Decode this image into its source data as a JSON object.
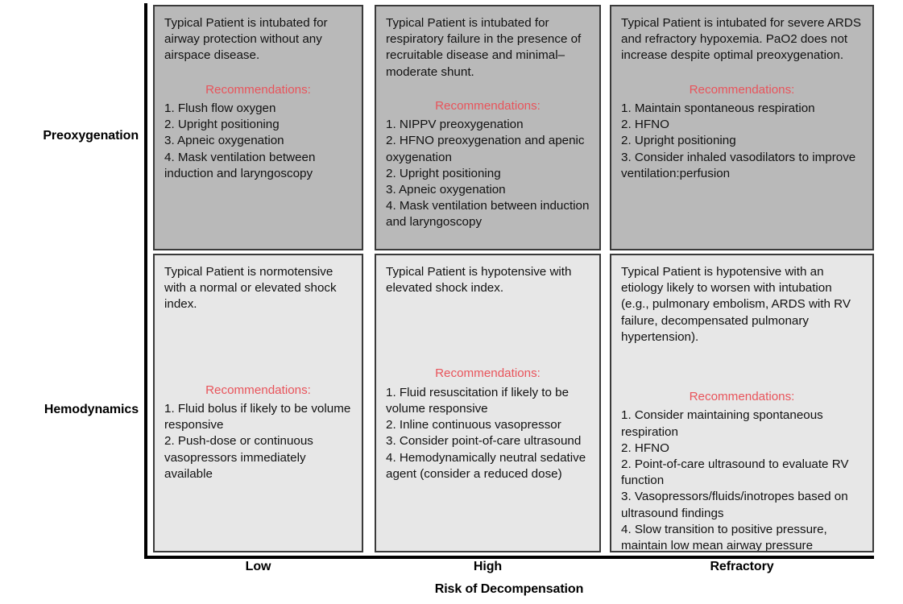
{
  "figure": {
    "axis_title": "Risk of Decompensation",
    "row_labels": [
      "Preoxygenation",
      "Hemodynamics"
    ],
    "column_labels": [
      "Low",
      "High",
      "Refractory"
    ],
    "recommendations_heading": "Recommendations:",
    "colors": {
      "shaded_cell": "#b9b9b9",
      "unshaded_cell": "#e7e7e7",
      "cell_border": "#3a3a3a",
      "recommendations_red": "#e8545b",
      "axis_black": "#000000",
      "page_background": "#ffffff"
    }
  },
  "cells": [
    {
      "row": "Preoxygenation",
      "column": "Low",
      "shaded": true,
      "vignette": "Typical Patient is intubated for airway protection without any airspace disease.",
      "heading": "Recommendations:",
      "recommendations": "1. Flush flow oxygen\n2. Upright positioning\n3. Apneic oxygenation\n4. Mask ventilation between induction and laryngoscopy"
    },
    {
      "row": "Preoxygenation",
      "column": "High",
      "shaded": true,
      "vignette": "Typical Patient is intubated for respiratory failure in the presence of recruitable disease and minimal–moderate shunt.",
      "heading": "Recommendations:",
      "recommendations": "1. NIPPV preoxygenation\n2. HFNO preoxygenation and apenic oxygenation\n2. Upright positioning\n3. Apneic oxygenation\n4. Mask ventilation between induction and laryngoscopy"
    },
    {
      "row": "Preoxygenation",
      "column": "Refractory",
      "shaded": true,
      "vignette": "Typical Patient is intubated for severe ARDS and refractory hypoxemia. PaO2 does not increase despite optimal preoxygenation.",
      "heading": "Recommendations:",
      "recommendations": "1. Maintain spontaneous respiration\n2. HFNO\n2. Upright positioning\n3. Consider inhaled vasodilators to improve ventilation:perfusion"
    },
    {
      "row": "Hemodynamics",
      "column": "Low",
      "shaded": false,
      "vignette": "Typical Patient is normotensive with a normal or elevated shock index.",
      "heading": "Recommendations:",
      "recommendations": "1. Fluid bolus if likely to be volume responsive\n2. Push-dose or continuous vasopressors immediately available"
    },
    {
      "row": "Hemodynamics",
      "column": "High",
      "shaded": false,
      "vignette": "Typical Patient is hypotensive with elevated shock index.",
      "heading": "Recommendations:",
      "recommendations": "1. Fluid resuscitation if likely to be volume responsive\n2. Inline continuous vasopressor\n3. Consider point-of-care ultrasound\n4. Hemodynamically neutral sedative agent (consider a reduced dose)"
    },
    {
      "row": "Hemodynamics",
      "column": "Refractory",
      "shaded": false,
      "vignette": "Typical Patient is hypotensive with an etiology likely to worsen with intubation (e.g., pulmonary embolism, ARDS with RV failure, decompensated pulmonary hypertension).",
      "heading": "Recommendations:",
      "recommendations": "1. Consider maintaining spontaneous respiration\n2. HFNO\n2. Point-of-care ultrasound to evaluate RV function\n3. Vasopressors/fluids/inotropes based on ultrasound findings\n4. Slow transition to positive pressure, maintain low mean airway pressure"
    }
  ]
}
